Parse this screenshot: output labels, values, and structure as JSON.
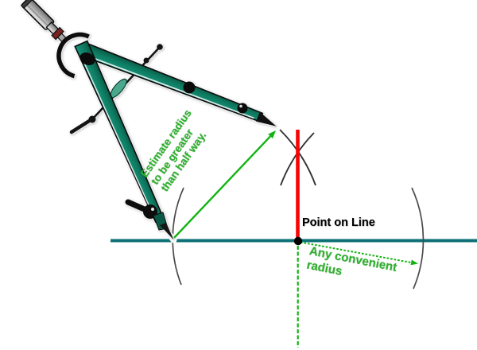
{
  "diagram": {
    "type": "geometric-construction"
  },
  "labels": {
    "estimate_radius": {
      "lines": [
        "Estimate radius",
        "to be greater",
        "than half way."
      ],
      "rotation_deg": -55
    },
    "point_on_line": {
      "text": "Point on Line"
    },
    "any_convenient_radius": {
      "lines": [
        "Any convenient",
        "radius"
      ],
      "rotation_deg": 11
    }
  },
  "colors": {
    "baseline": "#0c7076",
    "perpendicular": "#f50505",
    "construction": "#12b412",
    "text_green": "#2eb22e",
    "arc": "#4a4a4a",
    "cross_arc": "#333333",
    "point": "#000000",
    "compass_body": "#0d7c62"
  },
  "icons": {
    "compass": "drafting-compass-icon"
  }
}
